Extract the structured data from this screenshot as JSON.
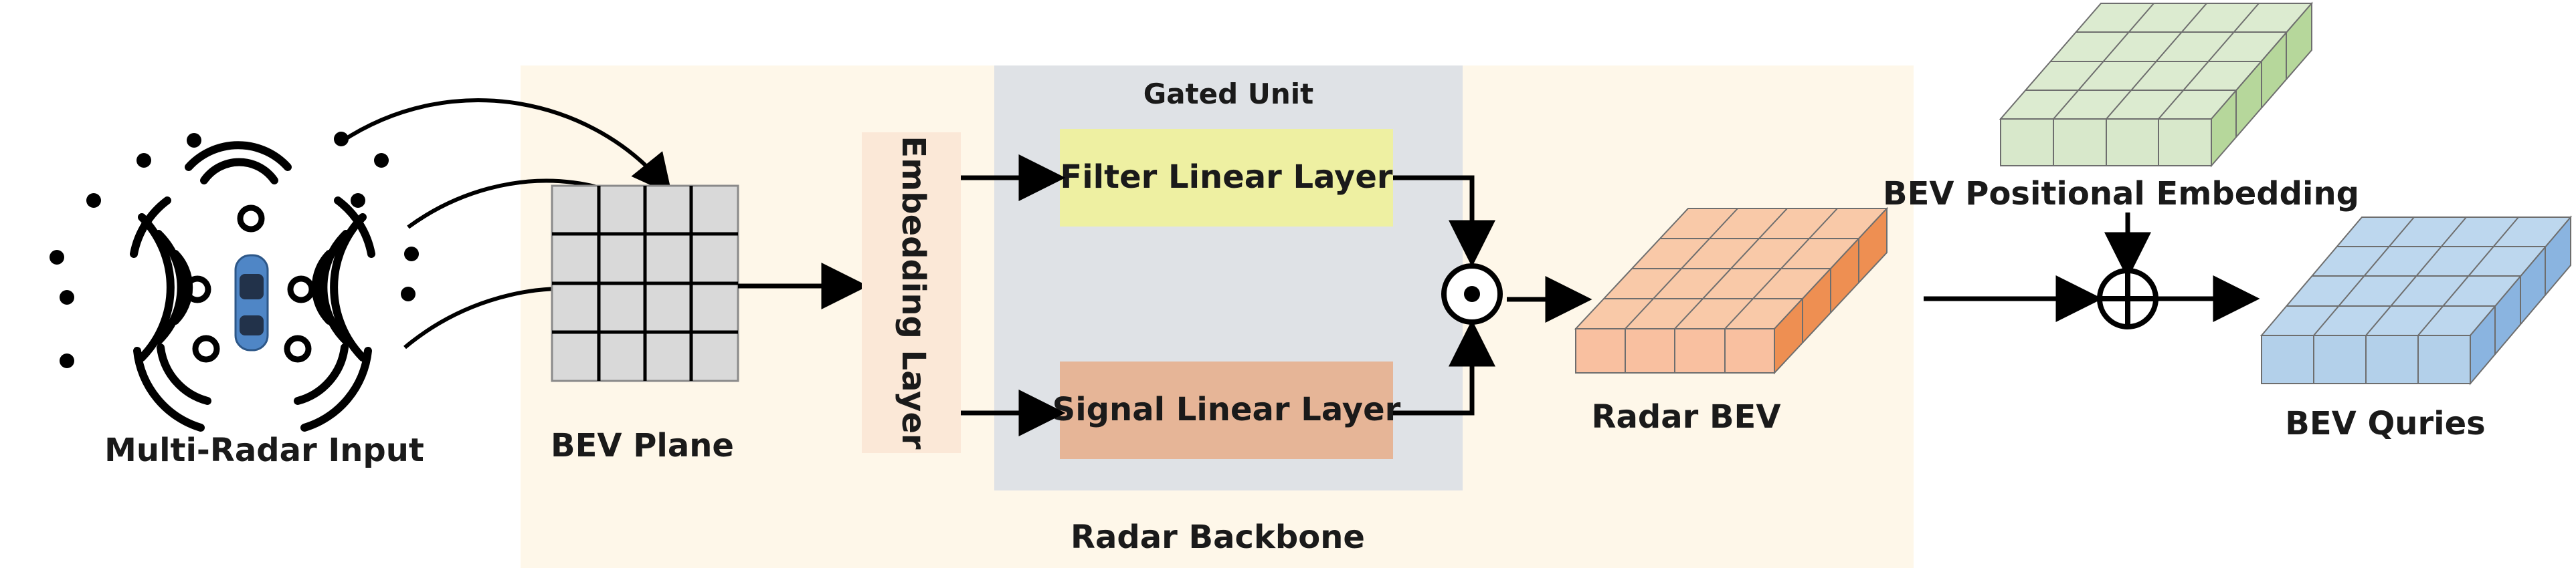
{
  "labels": {
    "multi_radar_input": "Multi-Radar Input",
    "bev_plane": "BEV Plane",
    "embedding_layer": "Embedding Layer",
    "gated_unit": "Gated Unit",
    "filter_linear_layer": "Filter Linear Layer",
    "signal_linear_layer": "Signal Linear Layer",
    "radar_bev": "Radar BEV",
    "radar_backbone": "Radar Backbone",
    "bev_positional_embedding": "BEV Positional Embedding",
    "bev_queries": "BEV Quries"
  },
  "operators": {
    "gating": "hadamard-product",
    "fusion": "element-wise-addition"
  },
  "colors": {
    "backbone_bg": "#fef7e9",
    "gated_unit_bg": "#dfe2e6",
    "embedding_layer_bg": "#fbe8d7",
    "filter_layer": "#eef0a2",
    "signal_layer": "#e6b597",
    "bev_plane": "#d9d9d9",
    "radar_bev": "#f9c9a8",
    "positional_embedding": "#dcebd0",
    "bev_queries": "#bdd7ee"
  }
}
